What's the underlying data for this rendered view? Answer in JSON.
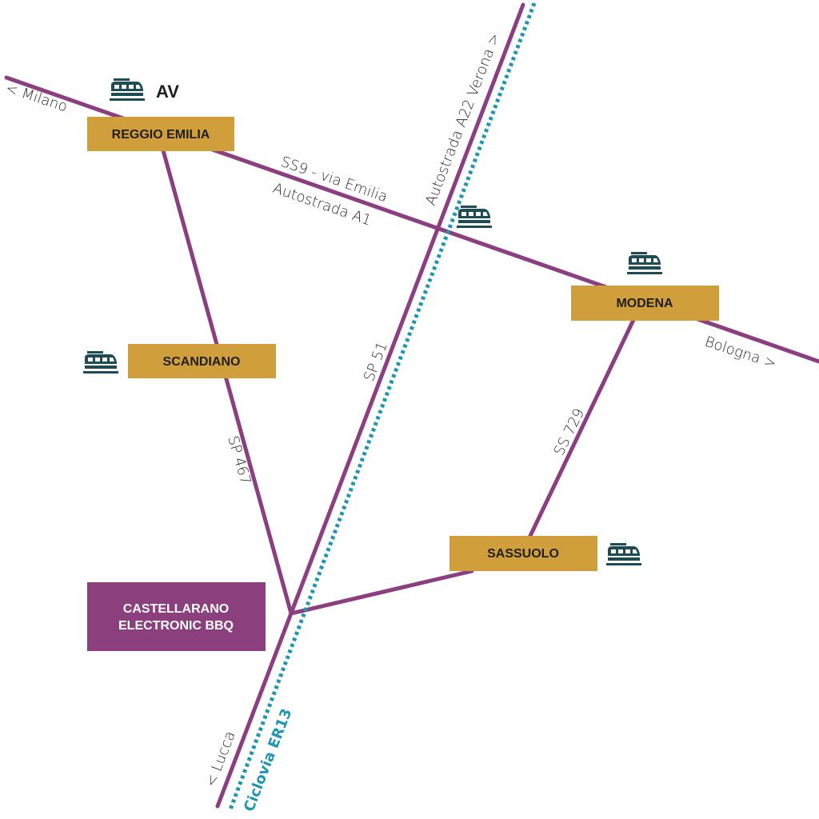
{
  "roads": {
    "milano": "< Milano",
    "bologna": "Bologna >",
    "verona": "Autostrada A22  Verona >",
    "lucca": "< Lucca",
    "ss9": "SS9 - via Emilia",
    "a1": "Autostrada A1",
    "sp51": "SP 51",
    "sp467": "SP 467",
    "ss729": "SS 729",
    "ciclovia": "Ciclovia ER13"
  },
  "av_label": "AV",
  "cities": {
    "reggio": "REGGIO EMILIA",
    "modena": "MODENA",
    "scandiano": "SCANDIANO",
    "sassuolo": "SASSUOLO"
  },
  "destination": {
    "line1": "CASTELLARANO",
    "line2": "ELECTRONIC BBQ"
  },
  "icons": {
    "train": "train-icon"
  },
  "colors": {
    "road": "#8b3f80",
    "cycle_route": "#1d96b3",
    "city_box": "#d09f3b",
    "destination_box": "#8b3f7c",
    "train_icon": "#1e4c55"
  }
}
